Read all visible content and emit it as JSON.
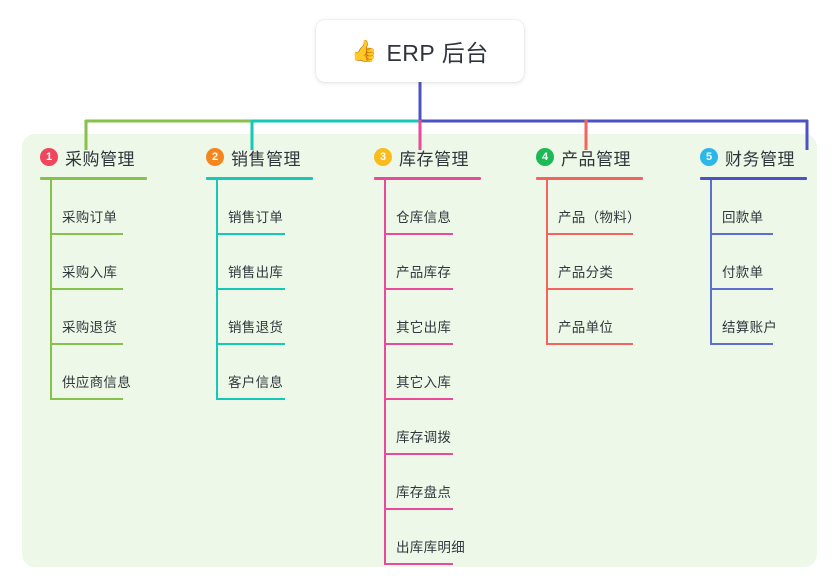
{
  "diagram": {
    "type": "mind-map",
    "title": "ERP 后台",
    "root": {
      "icon": "thumbs-up-icon",
      "icon_glyph": "👍",
      "label": "ERP 后台"
    },
    "panel_color": "#eef8e8",
    "trunk_color": "#4b52c4",
    "branches": [
      {
        "number": "1",
        "label": "采购管理",
        "badge_color": "#f0465c",
        "line_color": "#86c24b",
        "rule_color": "#86c24b",
        "items": [
          "采购订单",
          "采购入库",
          "采购退货",
          "供应商信息"
        ]
      },
      {
        "number": "2",
        "label": "销售管理",
        "badge_color": "#f5861f",
        "line_color": "#16c8b6",
        "rule_color": "#16c8b6",
        "items": [
          "销售订单",
          "销售出库",
          "销售退货",
          "客户信息"
        ]
      },
      {
        "number": "3",
        "label": "库存管理",
        "badge_color": "#f9bc1c",
        "line_color": "#ea4a9a",
        "rule_color": "#ea4a9a",
        "items": [
          "仓库信息",
          "产品库存",
          "其它出库",
          "其它入库",
          "库存调拨",
          "库存盘点",
          "出库库明细"
        ]
      },
      {
        "number": "4",
        "label": "产品管理",
        "badge_color": "#1cb955",
        "line_color": "#f4635e",
        "rule_color": "#f4635e",
        "items": [
          "产品（物料）",
          "产品分类",
          "产品单位"
        ]
      },
      {
        "number": "5",
        "label": "财务管理",
        "badge_color": "#2bb8e8",
        "line_color": "#5a6fd0",
        "rule_color": "#4b52c4",
        "items": [
          "回款单",
          "付款单",
          "结算账户"
        ]
      }
    ]
  }
}
